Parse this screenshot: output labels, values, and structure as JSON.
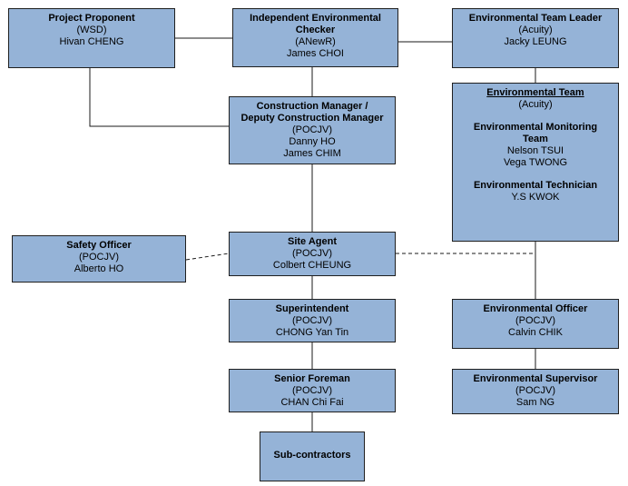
{
  "colors": {
    "box_fill": "#95b3d7",
    "box_border": "#1f1f1f",
    "line": "#1a1a1a"
  },
  "nodes": {
    "proponent": {
      "title": "Project Proponent",
      "org": "(WSD)",
      "names": [
        "Hivan CHENG"
      ]
    },
    "iec": {
      "title_line1": "Independent Environmental",
      "title_line2": "Checker",
      "org": "(ANewR)",
      "names": [
        "James CHOI"
      ]
    },
    "etl": {
      "title": "Environmental Team Leader",
      "org": "(Acuity)",
      "names": [
        "Jacky LEUNG"
      ]
    },
    "cm": {
      "title_line1": "Construction Manager /",
      "title_line2": "Deputy Construction Manager",
      "org": "(POCJV)",
      "names": [
        "Danny HO",
        "James CHIM"
      ]
    },
    "et": {
      "title": "Environmental Team",
      "org": "(Acuity)",
      "monitoring_title_line1": "Environmental Monitoring",
      "monitoring_title_line2": "Team",
      "monitoring_names": [
        "Nelson TSUI",
        "Vega TWONG"
      ],
      "technician_title": "Environmental Technician",
      "technician_names": [
        "Y.S KWOK"
      ]
    },
    "safety": {
      "title": "Safety Officer",
      "org": "(POCJV)",
      "names": [
        "Alberto HO"
      ]
    },
    "site_agent": {
      "title": "Site Agent",
      "org": "(POCJV)",
      "names": [
        "Colbert CHEUNG"
      ]
    },
    "superintendent": {
      "title": "Superintendent",
      "org": "(POCJV)",
      "names": [
        "CHONG Yan Tin"
      ]
    },
    "eo": {
      "title": "Environmental Officer",
      "org": "(POCJV)",
      "names": [
        "Calvin CHIK"
      ]
    },
    "foreman": {
      "title": "Senior Foreman",
      "org": "(POCJV)",
      "names": [
        "CHAN Chi Fai"
      ]
    },
    "es": {
      "title": "Environmental Supervisor",
      "org": "(POCJV)",
      "names": [
        "Sam NG"
      ]
    },
    "subcon": {
      "title": "Sub-contractors"
    }
  }
}
